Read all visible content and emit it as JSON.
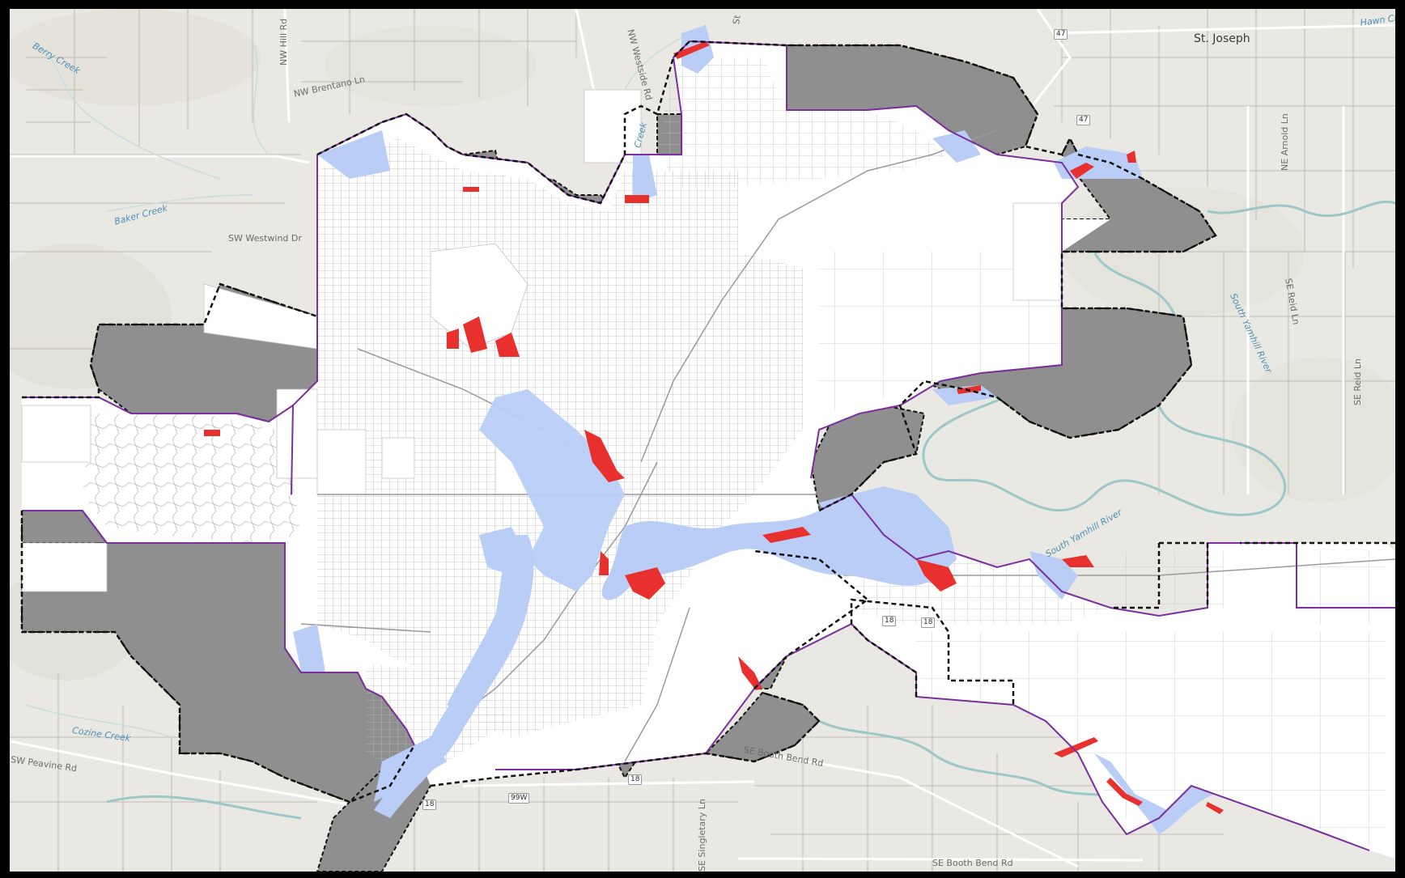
{
  "colors": {
    "frame": "#000000",
    "basemap": "#e9e8e2",
    "hillshade": "#dcdad2",
    "parcel_line": "#bdbcb4",
    "road": "#ffffff",
    "city_fill": "#ffffff",
    "street_grid": "#b5b5b5",
    "city_boundary": "#7b2f9e",
    "ugb_dashed": "#111111",
    "excluded_area": "#8f8f8f",
    "floodplain": "#b9cdf7",
    "steep_slope": "#e8302e",
    "river": "#9cc7c8"
  },
  "labels": {
    "place_st_joseph": "St. Joseph",
    "road_nw_hill_rd": "NW Hill Rd",
    "road_nw_brentano_ln": "NW Brentano Ln",
    "road_nw_westside_rd": "NW Westside Rd",
    "road_st": "St",
    "road_sw_westwind_dr": "SW Westwind Dr",
    "road_ne_arnold_ln": "NE Arnold Ln",
    "road_se_reid_ln_1": "SE Reid Ln",
    "road_se_reid_ln_2": "SE Reid Ln",
    "road_sw_peavine_rd": "SW Peavine Rd",
    "road_se_booth_bend_rd_1": "SE Booth Bend Rd",
    "road_se_booth_bend_rd_2": "SE Booth Bend Rd",
    "road_se_singletary_ln": "SE Singletary Ln",
    "water_berry_creek": "Berry Creek",
    "water_baker_creek": "Baker Creek",
    "water_cozine_creek": "Cozine Creek",
    "water_south_yamhill_river_1": "South Yamhill River",
    "water_south_yamhill_river_2": "South Yamhill River",
    "water_hawn_creek": "Hawn Creek",
    "water_creek": "Creek"
  },
  "shields": {
    "hwy_47_a": "47",
    "hwy_47_b": "47",
    "hwy_18_a": "18",
    "hwy_18_b": "18",
    "hwy_18_c": "18",
    "hwy_99w": "99W",
    "hwy_18_d": "18"
  }
}
